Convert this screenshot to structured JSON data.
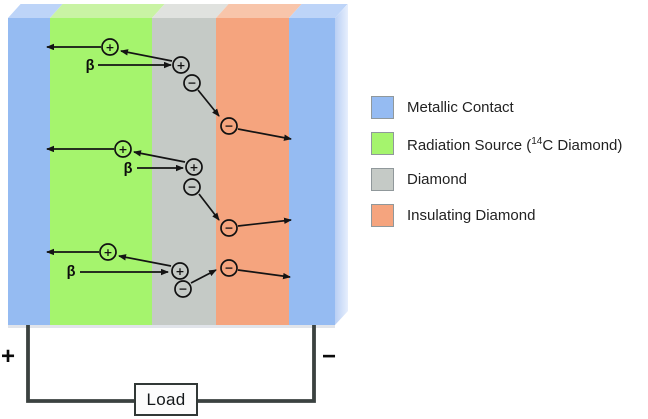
{
  "diagram": {
    "beta": "β",
    "plus": "+",
    "minus": "−",
    "layers": [
      {
        "name": "metallic-contact-left",
        "color": "#95bbf2",
        "top_color": "#bdd4f8"
      },
      {
        "name": "radiation-source",
        "color": "#a5f46d",
        "top_color": "#c9f3a4"
      },
      {
        "name": "diamond",
        "color": "#c5cac6",
        "top_color": "#e0e2df"
      },
      {
        "name": "insulating-diamond",
        "color": "#f5a47e",
        "top_color": "#f8c5aa"
      },
      {
        "name": "metallic-contact-right",
        "color": "#95bbf2",
        "top_color": "#bdd4f8"
      }
    ]
  },
  "legend": {
    "items": [
      {
        "label": "Metallic Contact",
        "color": "#95bbf2"
      },
      {
        "pre": "Radiation Source (",
        "sup": "14",
        "post": "C Diamond)",
        "color": "#a5f46d"
      },
      {
        "label": "Diamond",
        "color": "#c5cac6"
      },
      {
        "label": "Insulating Diamond",
        "color": "#f5a47e"
      }
    ]
  },
  "circuit": {
    "positive": "+",
    "negative": "−",
    "load": "Load"
  }
}
